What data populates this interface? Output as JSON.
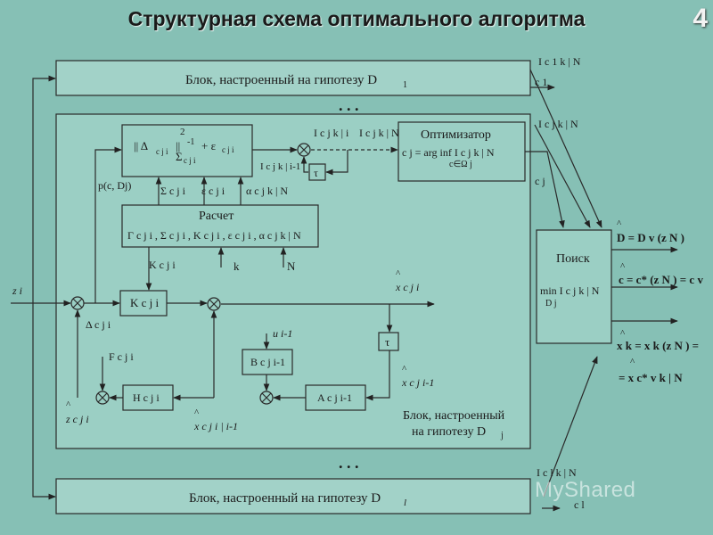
{
  "title": "Структурная схема оптимального алгоритма",
  "slide_number": "4",
  "blocks": {
    "block_top": "Блок, настроенный на гипотезу D",
    "block_top_sub": "1",
    "block_bottom": "Блок, настроенный на гипотезу D",
    "block_bottom_sub": "l",
    "block_j_line1": "Блок, настроенный",
    "block_j_line2": "на гипотезу D",
    "block_j_sub": "j",
    "dots": ". . ."
  },
  "nodes": {
    "norm_top": "2",
    "norm_formula": "|| Δ",
    "norm_sub": "c j i",
    "norm_mid": "||",
    "norm_exp": "-1",
    "norm_sigma": "Σ",
    "norm_sigma_sub": "c j i",
    "norm_plus": "+ ε",
    "norm_eps_sub": "c j i",
    "raschet_title": "Расчет",
    "raschet_formula": "Г c j i , Σ c j i , K c j i , ε c j i , α c j k | N",
    "kcji_box": "K c j i",
    "bcji_box": "B c j i-1",
    "acji_box": "A c j i-1",
    "hcji_box": "H c j i",
    "tau": "τ",
    "optimizer_title": "Оптимизатор",
    "optimizer_formula": "c j = arg  inf   I c j k | N",
    "optimizer_sub": "c∈Ω j",
    "search_title": "Поиск",
    "search_min": "min  I c j k | N",
    "search_min_sub": "D j"
  },
  "labels": {
    "p_c_dj": "p(c, Dj)",
    "sigma_cji": "Σ c j i",
    "eps_cji": "ε c j i",
    "alpha_cjkn": "α c j k | N",
    "k_cji": "K c j i",
    "k": "k",
    "N": "N",
    "zi": "z i",
    "delta_cji": "Δ c j i",
    "xhat_cji": "x c j i",
    "u_i1": "u i-1",
    "f_cji": "F c j i",
    "zhat_cji": "z c j i",
    "xhat_cji_i1": "x c j i | i-1",
    "xhat_cji1": "x c j i-1",
    "i_cjki": "I c j k | i",
    "i_cjkn": "I c j k | N",
    "i_cjki1": "I c j k | i-1",
    "i_c1kn": "I c 1 k | N",
    "c1": "c 1",
    "i_cjkn_right": "I c j k | N",
    "cj": "c j",
    "i_clkn": "I c l k | N",
    "cl": "c l",
    "out_d": "D = D v (z N )",
    "out_c": "c = c* (z N ) = c v",
    "out_x1": "x k = x k (z N ) =",
    "out_x2": "= x c* v k | N"
  },
  "watermark": "MyShared",
  "colors": {
    "background": "#86c0b5",
    "block_fill": "#9fd0c6",
    "line": "#2a2a2a"
  }
}
